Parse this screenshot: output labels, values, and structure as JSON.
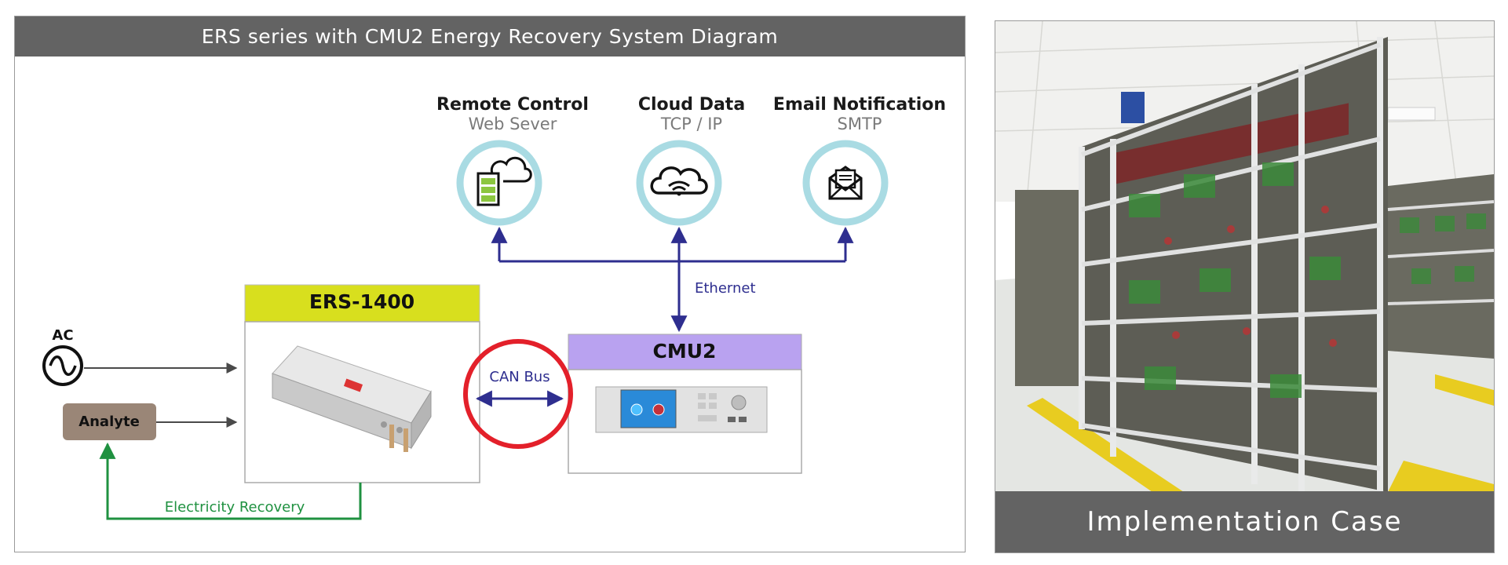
{
  "diagram": {
    "title": "ERS series with CMU2 Energy Recovery System Diagram",
    "services": [
      {
        "label": "Remote Control",
        "sub": "Web Sever",
        "icon": "server-cloud-icon"
      },
      {
        "label": "Cloud Data",
        "sub": "TCP / IP",
        "icon": "wifi-cloud-icon"
      },
      {
        "label": "Email Notification",
        "sub": "SMTP",
        "icon": "envelope-icon"
      }
    ],
    "ers_label": "ERS-1400",
    "cmu_label": "CMU2",
    "ethernet_label": "Ethernet",
    "canbus_label": "CAN Bus",
    "ac_label": "AC",
    "analyte_label": "Analyte",
    "recovery_label": "Electricity Recovery"
  },
  "case": {
    "caption": "Implementation Case"
  },
  "colors": {
    "title_bg": "#636363",
    "ers_header": "#d8df1e",
    "cmu_header": "#b9a2f0",
    "circle_ring": "#a9dbe3",
    "network_line": "#2e2e8f",
    "recovery_line": "#1f9140",
    "canbus_ring": "#e3202a",
    "analyte_box": "#9a8677"
  }
}
